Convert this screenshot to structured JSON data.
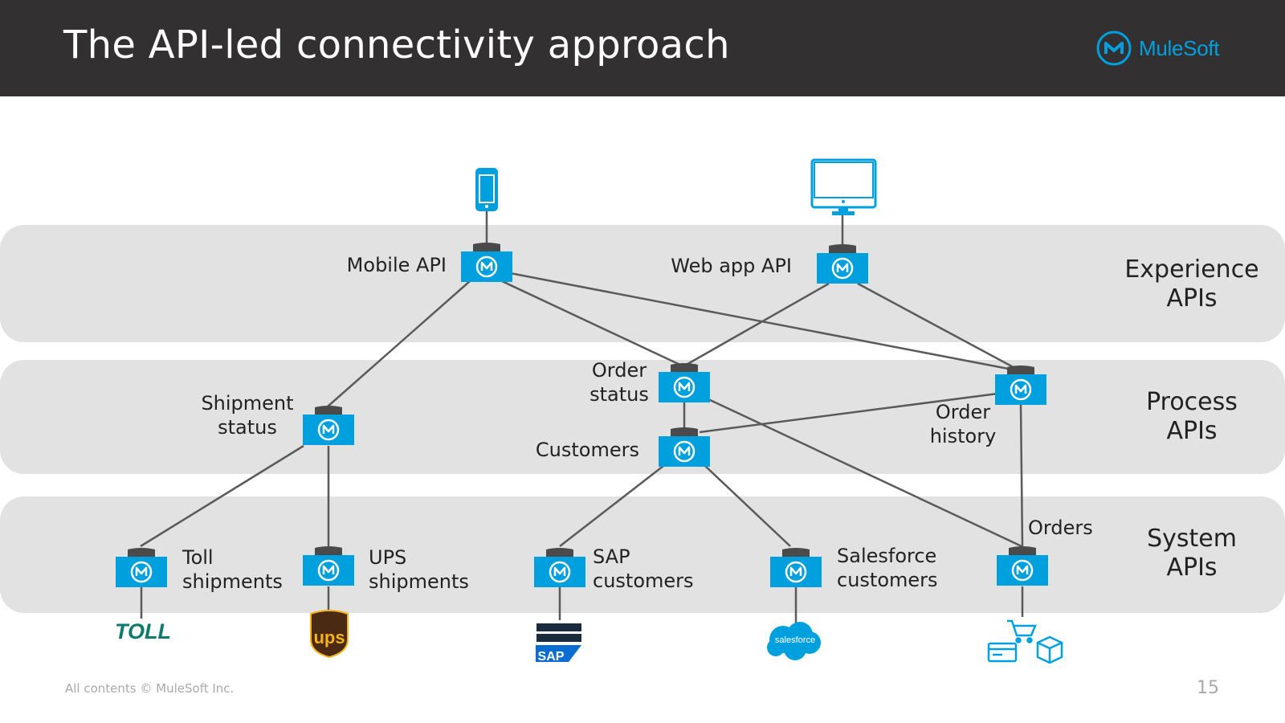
{
  "slide": {
    "title": "The API-led connectivity approach",
    "brand": "MuleSoft",
    "footer": "All contents © MuleSoft Inc.",
    "page_number": "15"
  },
  "layers": {
    "experience": "Experience\nAPIs",
    "process": "Process\nAPIs",
    "system": "System\nAPIs"
  },
  "nodes": {
    "mobile_api": "Mobile API",
    "web_app_api": "Web app API",
    "shipment_status": "Shipment\nstatus",
    "order_status": "Order\nstatus",
    "customers": "Customers",
    "order_history": "Order\nhistory",
    "toll_shipments": "Toll\nshipments",
    "ups_shipments": "UPS\nshipments",
    "sap_customers": "SAP\ncustomers",
    "salesforce_customers": "Salesforce\ncustomers",
    "orders": "Orders"
  },
  "logos": {
    "toll": "TOLL",
    "ups": "ups",
    "sap": "SAP",
    "salesforce": "salesforce"
  },
  "colors": {
    "header_bg": "#323031",
    "band": "#e2e2e2",
    "api_blue": "#00a0df",
    "connector": "#5a5a5a",
    "toll_green": "#0e7a6c",
    "ups_brown": "#4a2a12",
    "ups_gold": "#f5b31a"
  }
}
